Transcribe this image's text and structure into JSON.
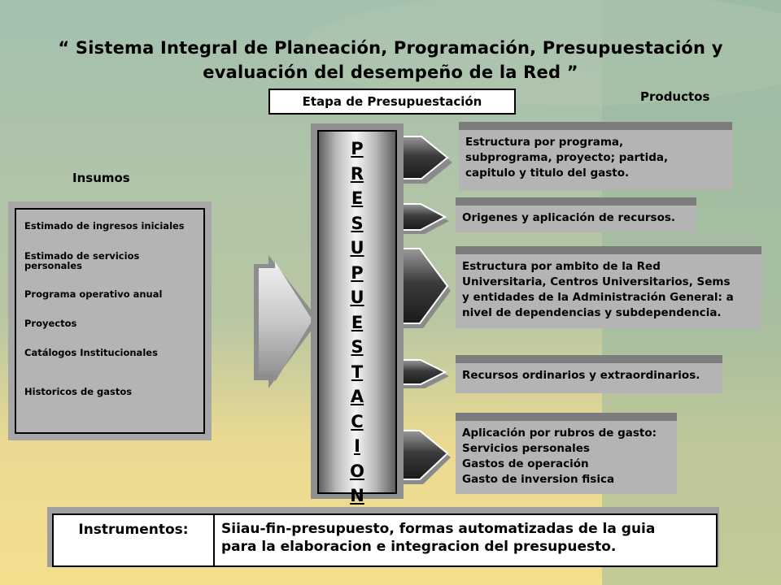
{
  "title": {
    "line1": "“ Sistema Integral de Planeación, Programación, Presupuestación y",
    "line2": "evaluación del  desempeño de la Red ”"
  },
  "stage_label": "Etapa de Presupuestación",
  "products_label": "Productos",
  "inputs_label": "Insumos",
  "inputs": [
    "Estimado de ingresos iniciales",
    "Estimado de servicios personales",
    "Programa operativo anual",
    "Proyectos",
    "Catálogos Institucionales",
    "Historicos de gastos"
  ],
  "column_text": "P\nR\nE\nS\nU\nP\nU\nE\nS\nT\nA\nC\nI\nO\nN",
  "products": [
    "Estructura por programa,\nsubprograma, proyecto; partida,\ncapitulo y titulo del gasto.",
    "Origenes y aplicación de recursos.",
    "Estructura por ambito de la Red\nUniversitaria, Centros Universitarios, Sems\ny entidades de la Administración General: a\nnivel de dependencias y subdependencia.",
    "Recursos ordinarios y extraordinarios.",
    "Aplicación por rubros de gasto:\nServicios personales\nGastos de operación\nGasto de inversion fisica"
  ],
  "instruments": {
    "label": "Instrumentos:",
    "text": "Siiau-fin-presupuesto,  formas automatizadas de la guia\n para la elaboracion e integracion del presupuesto."
  },
  "colors": {
    "background_top": "#8fb09e",
    "background_bottom": "#f2dc8e",
    "panel": "#b4b4b4",
    "panel_shadow": "#7c7c7c"
  }
}
